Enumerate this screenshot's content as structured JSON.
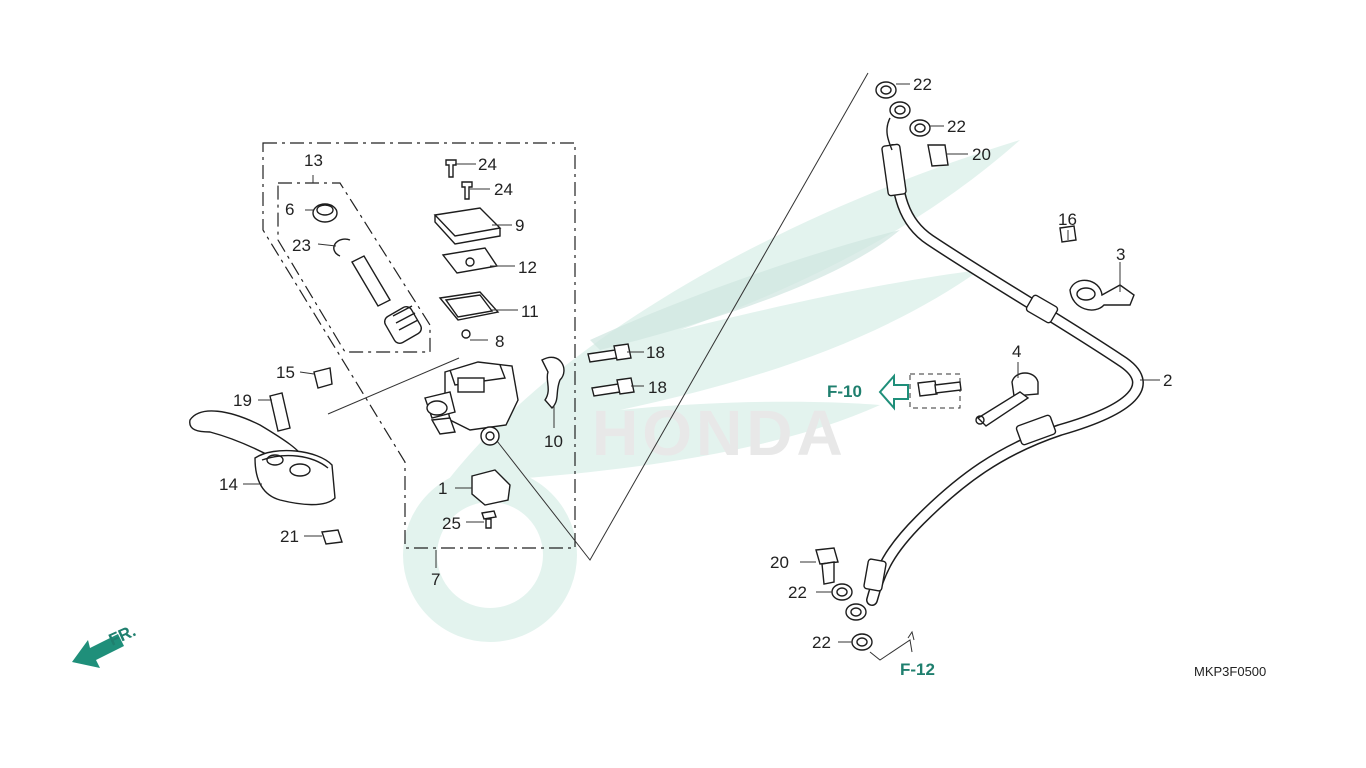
{
  "part_numbers": {
    "p1": "1",
    "p2": "2",
    "p3": "3",
    "p4": "4",
    "p6": "6",
    "p7": "7",
    "p8": "8",
    "p9": "9",
    "p10": "10",
    "p11": "11",
    "p12": "12",
    "p13": "13",
    "p14": "14",
    "p15": "15",
    "p16": "16",
    "p18": "18",
    "p19": "19",
    "p20": "20",
    "p21": "21",
    "p22": "22",
    "p23": "23",
    "p24": "24",
    "p25": "25"
  },
  "references": {
    "f10": "F-10",
    "f12": "F-12"
  },
  "direction_label": "FR.",
  "diagram_code": "MKP3F0500",
  "watermark_text": "HONDA",
  "colors": {
    "accent": "#1f8f7a",
    "watermark": "#dff1ec",
    "ink": "#1d1d1d"
  }
}
